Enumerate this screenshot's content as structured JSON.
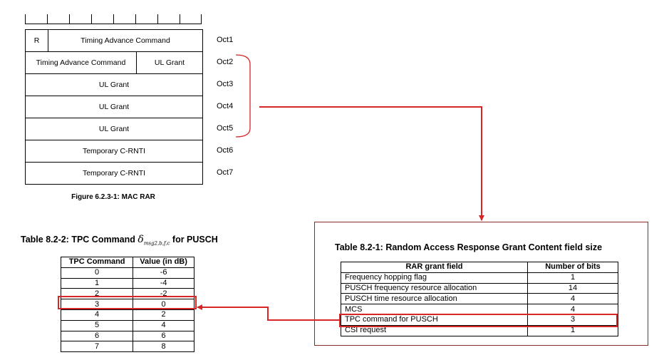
{
  "mac_rar": {
    "rows": [
      [
        {
          "text": "R"
        },
        {
          "text": "Timing Advance Command"
        }
      ],
      [
        {
          "text": "Timing Advance Command"
        },
        {
          "text": "UL Grant"
        }
      ],
      [
        {
          "text": "UL Grant"
        }
      ],
      [
        {
          "text": "UL Grant"
        }
      ],
      [
        {
          "text": "UL Grant"
        }
      ],
      [
        {
          "text": "Temporary C-RNTI"
        }
      ],
      [
        {
          "text": "Temporary C-RNTI"
        }
      ]
    ],
    "octets": [
      "Oct1",
      "Oct2",
      "Oct3",
      "Oct4",
      "Oct5",
      "Oct6",
      "Oct7"
    ],
    "caption": "Figure 6.2.3-1: MAC RAR"
  },
  "tpc_table": {
    "title_prefix": "Table 8.2-2: TPC Command",
    "symbol": "δ",
    "symbol_subscript": "msg2,b,f,c",
    "title_suffix": "for PUSCH",
    "headers": [
      "TPC Command",
      "Value (in dB)"
    ],
    "rows": [
      [
        "0",
        "-6"
      ],
      [
        "1",
        "-4"
      ],
      [
        "2",
        "-2"
      ],
      [
        "3",
        "0"
      ],
      [
        "4",
        "2"
      ],
      [
        "5",
        "4"
      ],
      [
        "6",
        "6"
      ],
      [
        "7",
        "8"
      ]
    ]
  },
  "grant_table": {
    "title": "Table 8.2-1: Random Access Response Grant Content field size",
    "headers": [
      "RAR grant field",
      "Number of bits"
    ],
    "rows": [
      [
        "Frequency hopping flag",
        "1"
      ],
      [
        "PUSCH frequency resource allocation",
        "14"
      ],
      [
        "PUSCH time resource allocation",
        "4"
      ],
      [
        "MCS",
        "4"
      ],
      [
        "TPC command for PUSCH",
        "3"
      ],
      [
        "CSI request",
        "1"
      ]
    ]
  },
  "colors": {
    "highlight": "#d62626",
    "frame_border": "#8a2a2a"
  }
}
